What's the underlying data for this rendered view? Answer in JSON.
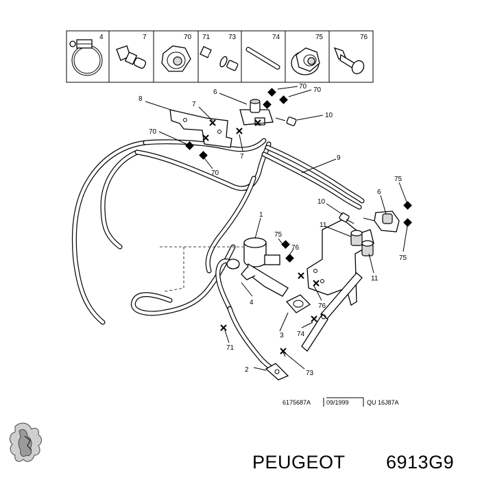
{
  "kit_parts": [
    {
      "num": "4",
      "icon": "hose-clamp-icon"
    },
    {
      "num": "7",
      "icon": "adapter-fitting-icon"
    },
    {
      "num": "70",
      "icon": "nut-icon"
    },
    {
      "num": "71",
      "icon": "bolt-with-washer-icon"
    },
    {
      "num": "73",
      "icon": ""
    },
    {
      "num": "74",
      "icon": "stud-icon"
    },
    {
      "num": "75",
      "icon": "flange-nut-icon"
    },
    {
      "num": "76",
      "icon": "screw-icon"
    }
  ],
  "callouts": [
    "8",
    "6",
    "70",
    "70",
    "7",
    "10",
    "70",
    "7",
    "70",
    "9",
    "75",
    "6",
    "10",
    "11",
    "1",
    "75",
    "76",
    "75",
    "11",
    "4",
    "76",
    "74",
    "3",
    "71",
    "2",
    "73"
  ],
  "reference": {
    "drawing": "6175687A",
    "date": "09/1999",
    "code": "QU 16J87A"
  },
  "footer": {
    "brand": "PEUGEOT",
    "part_number": "6913G9",
    "logo_icon": "peugeot-lion-logo-icon"
  }
}
